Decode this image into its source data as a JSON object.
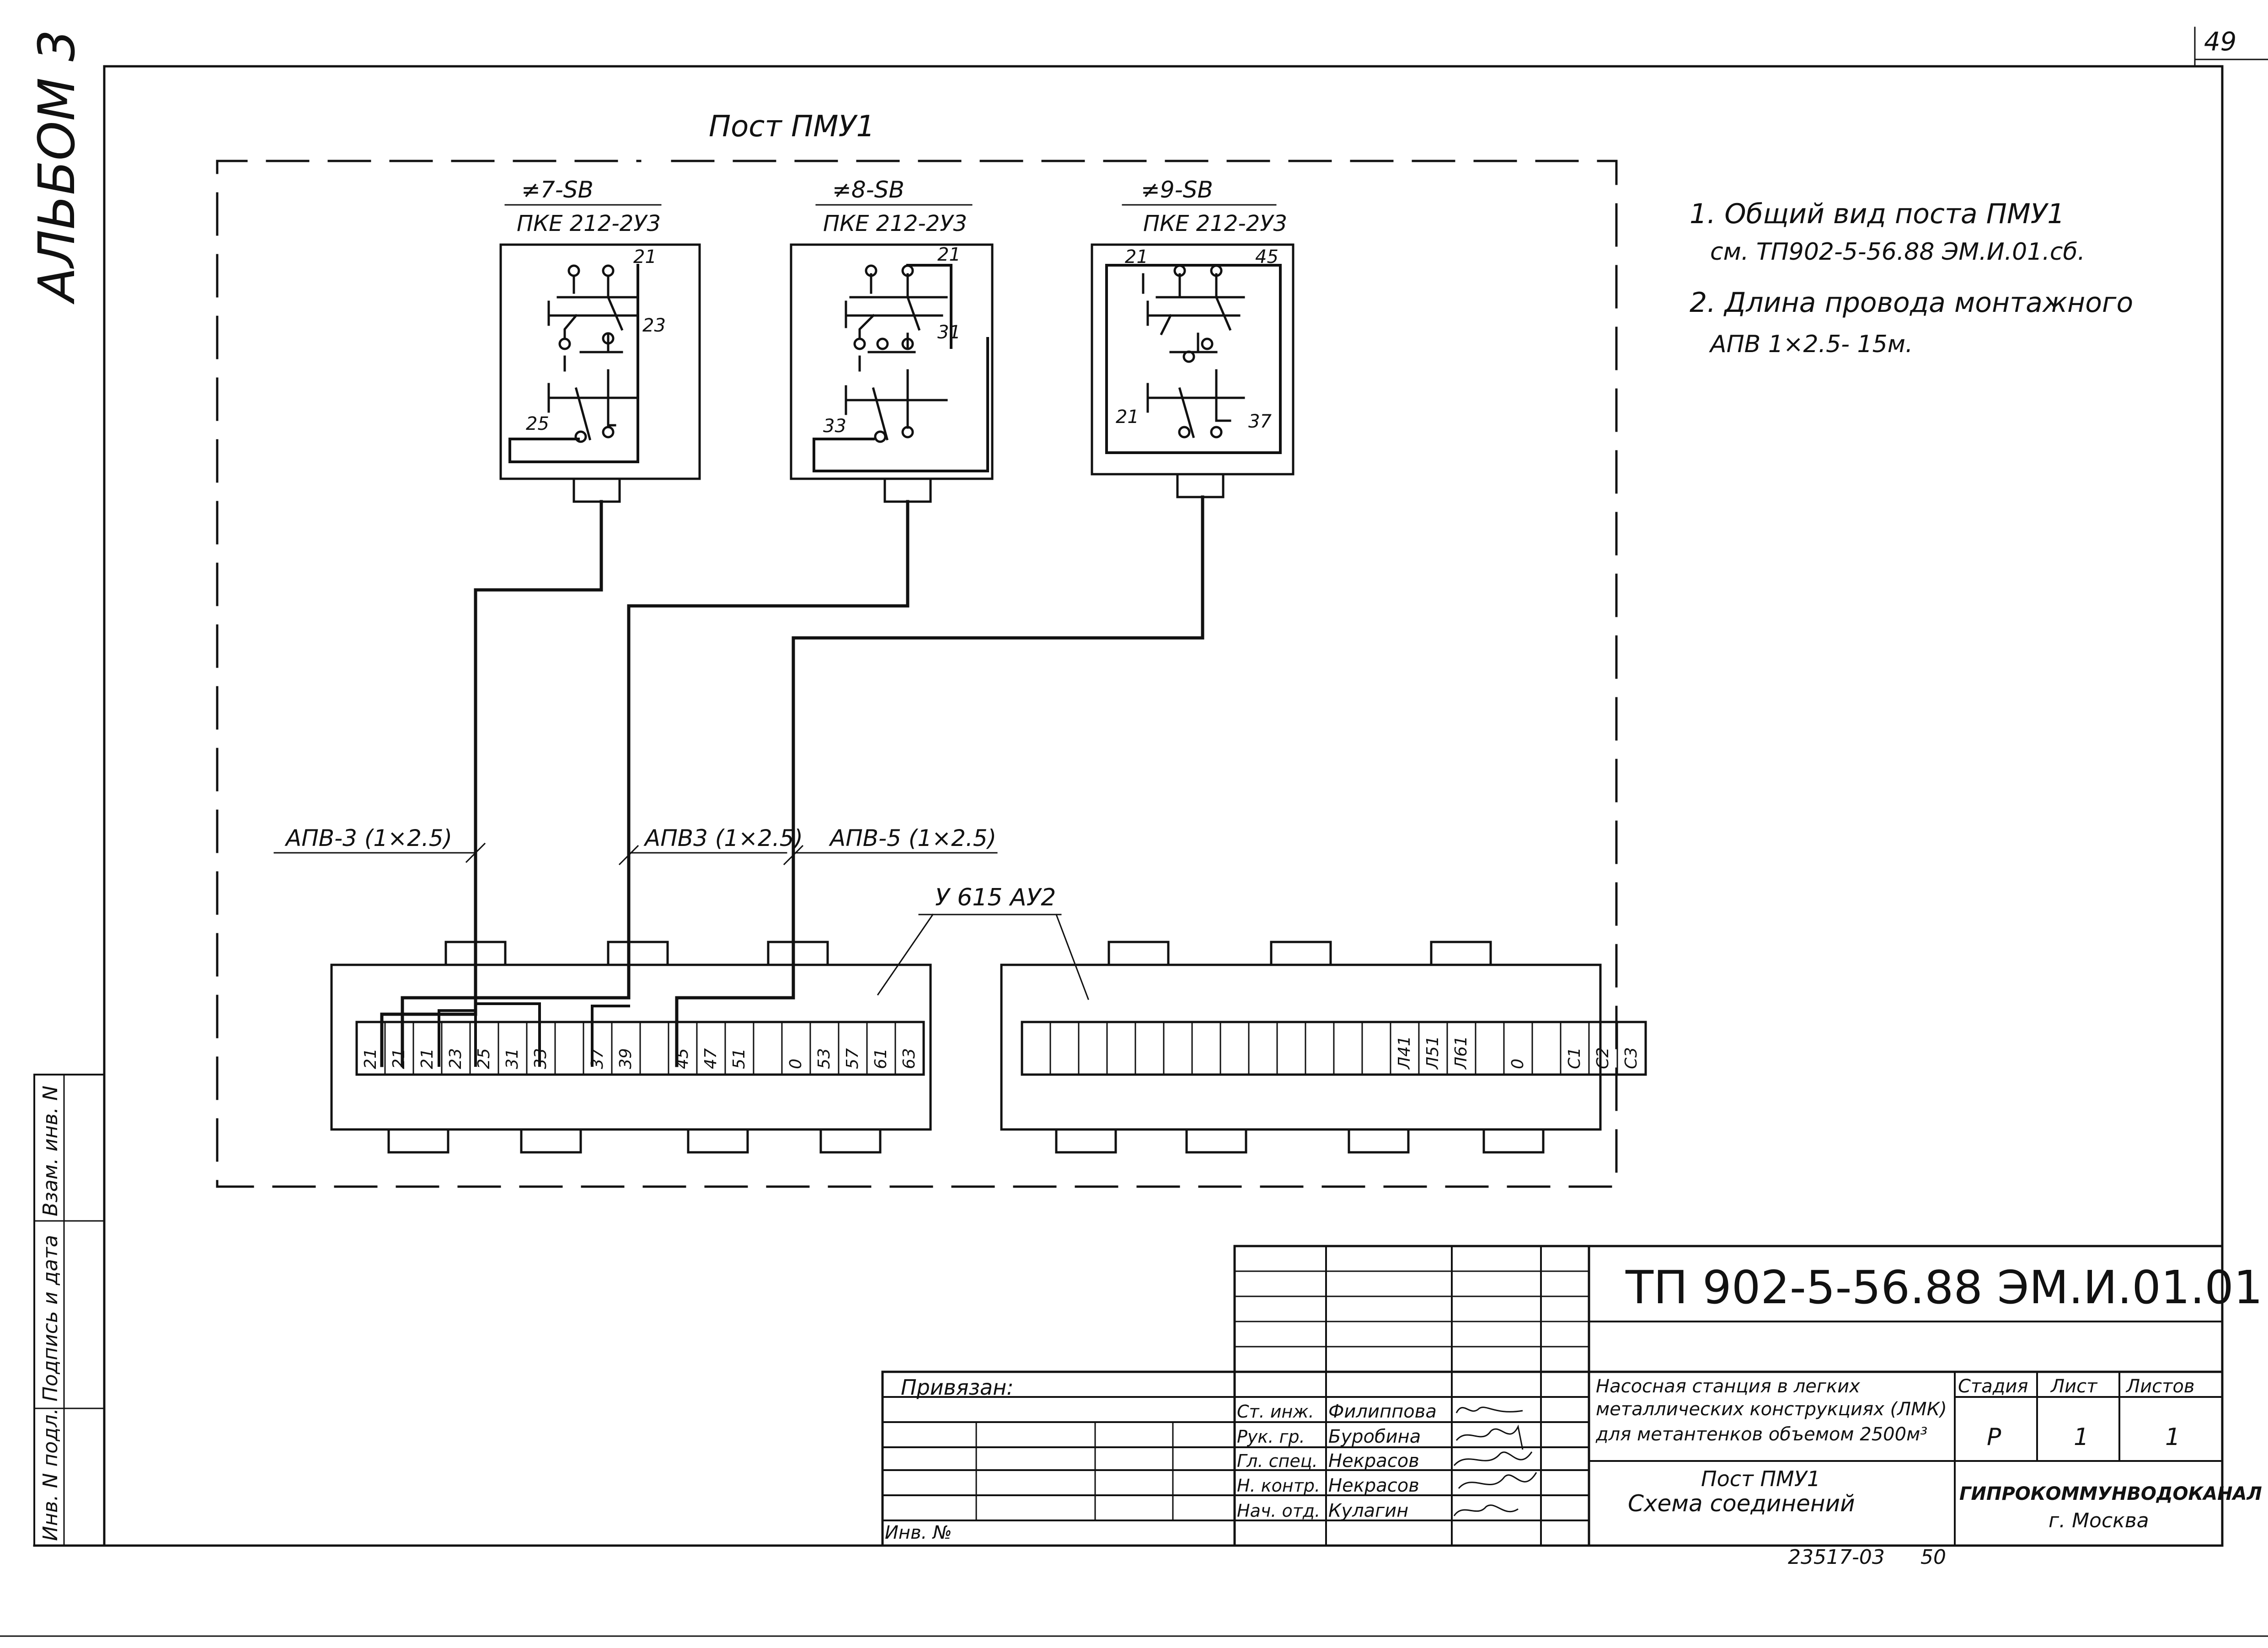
{
  "page_number": "49",
  "album": "АЛЬБОМ 3",
  "post_title": "Пост ПМУ1",
  "switches": [
    {
      "number": "≠7-SB",
      "type": "ПКЕ 212-2У3",
      "contacts": [
        "21",
        "23",
        "25"
      ]
    },
    {
      "number": "≠8-SB",
      "type": "ПКЕ 212-2У3",
      "contacts": [
        "21",
        "31",
        "33"
      ]
    },
    {
      "number": "≠9-SB",
      "type": "ПКЕ 212-2У3",
      "contacts": [
        "21",
        "45",
        "21",
        "37"
      ]
    }
  ],
  "notes": [
    "1. Общий вид поста ПМУ1",
    "см. ТП902-5-56.88 ЭМ.И.01.сб.",
    "2. Длина провода монтажного",
    "АПВ 1×2.5- 15м."
  ],
  "cables": [
    "АПВ-3 (1×2.5)",
    "АПВ3 (1×2.5)",
    "АПВ-5 (1×2.5)"
  ],
  "terminal_block_label": "У 615 АУ2",
  "terminal_block_1": [
    "21",
    "21",
    "21",
    "23",
    "25",
    "31",
    "33",
    "",
    "37",
    "39",
    "",
    "45",
    "47",
    "51",
    "",
    "0",
    "53",
    "57",
    "61",
    "63"
  ],
  "terminal_block_2": [
    "",
    "",
    "",
    "",
    "",
    "",
    "",
    "",
    "",
    "",
    "",
    "",
    "",
    "Л41",
    "Л51",
    "Л61",
    "",
    "0",
    "",
    "С1",
    "С2",
    "С3"
  ],
  "side_stamp": [
    "Инв. N подл.",
    "Подпись и дата",
    "Взам. инв. N"
  ],
  "title_block": {
    "code": "ТП 902-5-56.88 ЭМ.И.01.01",
    "bound": "Привязан:",
    "inv": "Инв. №",
    "project": [
      "Насосная станция в легких",
      "металлических конструкциях (ЛМК)",
      "для метантенков объемом 2500м³"
    ],
    "sheet_title": [
      "Пост ПМУ1",
      "Схема соединений"
    ],
    "stage_label": "Стадия",
    "sheet_label": "Лист",
    "sheets_label": "Листов",
    "stage": "Р",
    "sheet": "1",
    "sheets": "1",
    "organization": "ГИПРОКОММУНВОДОКАНАЛ",
    "city": "г. Москва",
    "staff": [
      {
        "role": "Ст. инж.",
        "name": "Филиппова"
      },
      {
        "role": "Рук. гр.",
        "name": "Буробина"
      },
      {
        "role": "Гл. спец.",
        "name": "Некрасов"
      },
      {
        "role": "Н. контр.",
        "name": "Некрасов"
      },
      {
        "role": "Нач. отд.",
        "name": "Кулагин"
      }
    ],
    "footer_code": "23517-03",
    "footer_num": "50"
  }
}
